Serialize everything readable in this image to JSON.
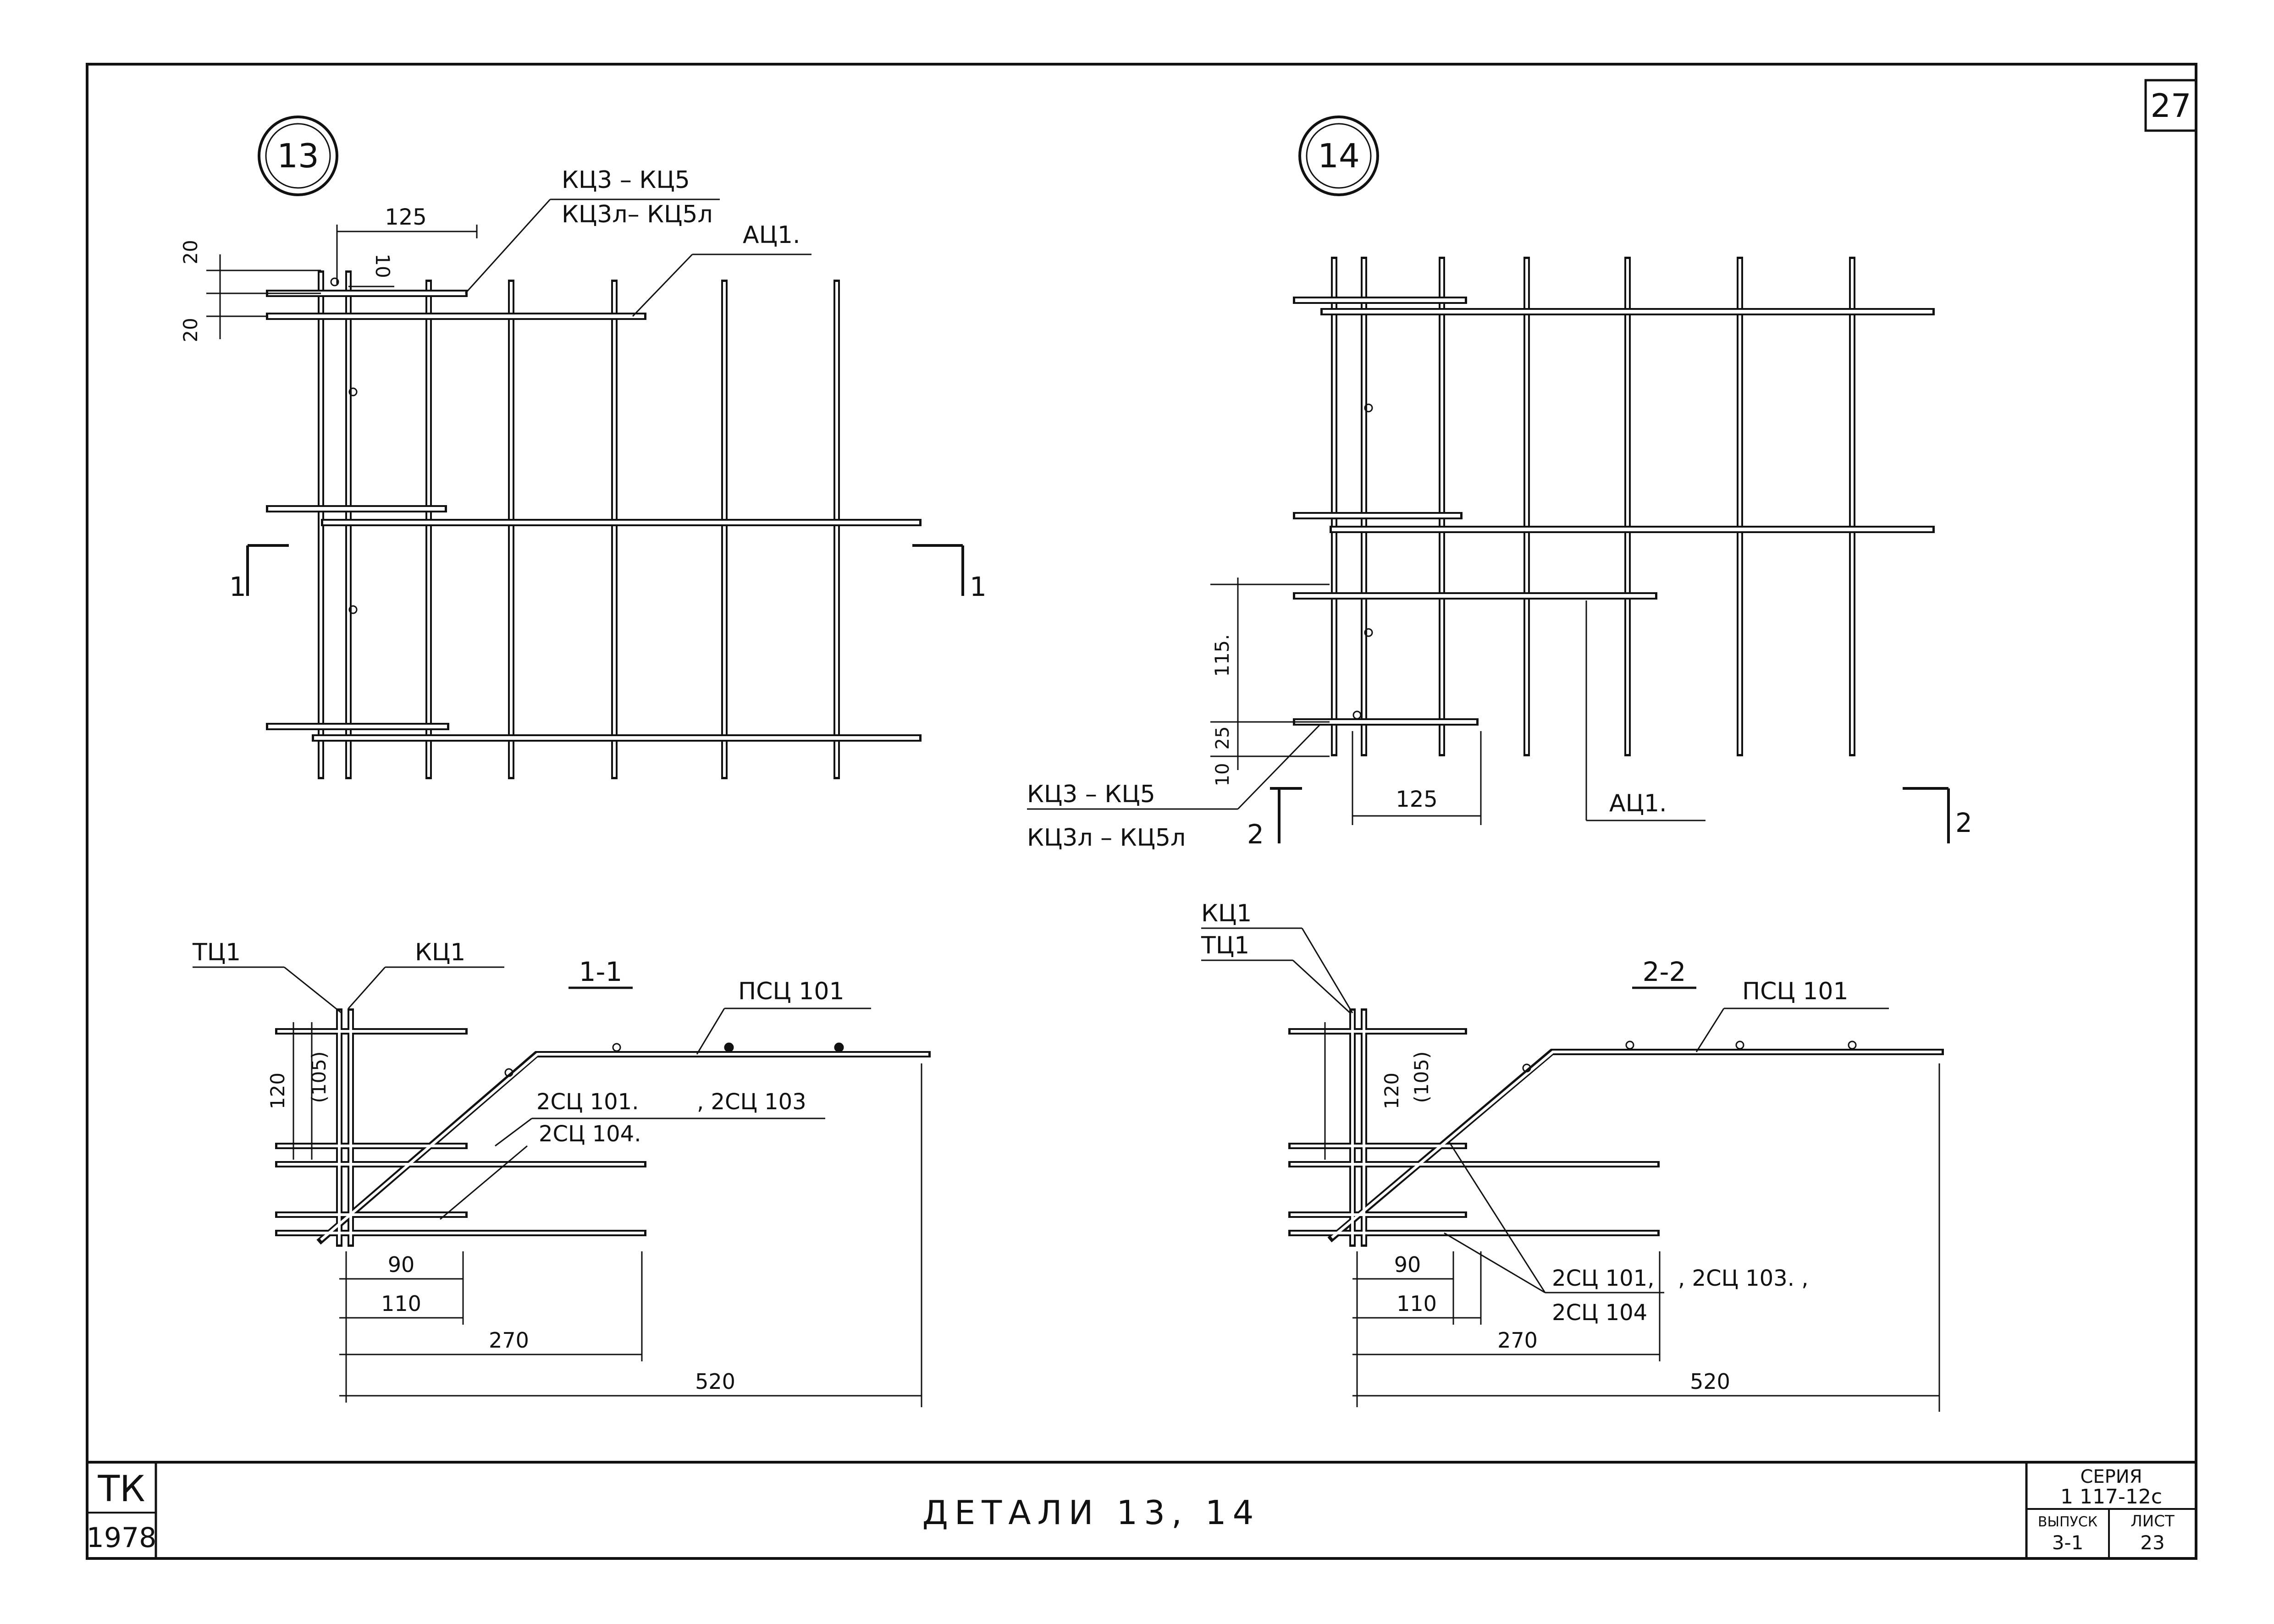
{
  "sheet": {
    "number": "27"
  },
  "detail13": {
    "marker": "13",
    "label_kc_top": "КЦ3 – КЦ5",
    "label_kc_bottom": "КЦ3л– КЦ5л",
    "label_ac": "АЦ1.",
    "dim_125": "125",
    "dim_10": "10",
    "dim_20a": "20",
    "dim_20b": "20",
    "section_mark": "1"
  },
  "detail14": {
    "marker": "14",
    "label_kc_top": "КЦ3 – КЦ5",
    "label_kc_bottom": "КЦ3л – КЦ5л",
    "label_ac": "АЦ1.",
    "dim_115": "115.",
    "dim_25": "25",
    "dim_10": "10",
    "dim_125": "125",
    "section_mark": "2"
  },
  "section11": {
    "title": "1-1",
    "label_tc": "ТЦ1",
    "label_kc": "КЦ1",
    "label_psc": "ПСЦ 101",
    "label_2sc_a": "2СЦ 101.",
    "label_2sc_b": ", 2СЦ 103",
    "label_2sc_c": "2СЦ 104.",
    "dim_120": "120",
    "dim_105": "(105)",
    "dim_90": "90",
    "dim_110": "110",
    "dim_270": "270",
    "dim_520": "520"
  },
  "section22": {
    "title": "2-2",
    "label_kc": "КЦ1",
    "label_tc": "ТЦ1",
    "label_psc": "ПСЦ 101",
    "label_2sc_a": "2СЦ 101,",
    "label_2sc_b": ", 2СЦ 103. ,",
    "label_2sc_c": "2СЦ 104",
    "dim_120": "120",
    "dim_105": "(105)",
    "dim_90": "90",
    "dim_110": "110",
    "dim_270": "270",
    "dim_520": "520"
  },
  "title_block": {
    "org": "ТК",
    "year": "1978",
    "title": "ДЕТАЛИ  13, 14",
    "series_label": "СЕРИЯ",
    "series_value": "1 117-12с",
    "issue_label": "ВЫПУСК",
    "issue_value": "3-1",
    "sheet_label": "ЛИСТ",
    "sheet_value": "23"
  }
}
